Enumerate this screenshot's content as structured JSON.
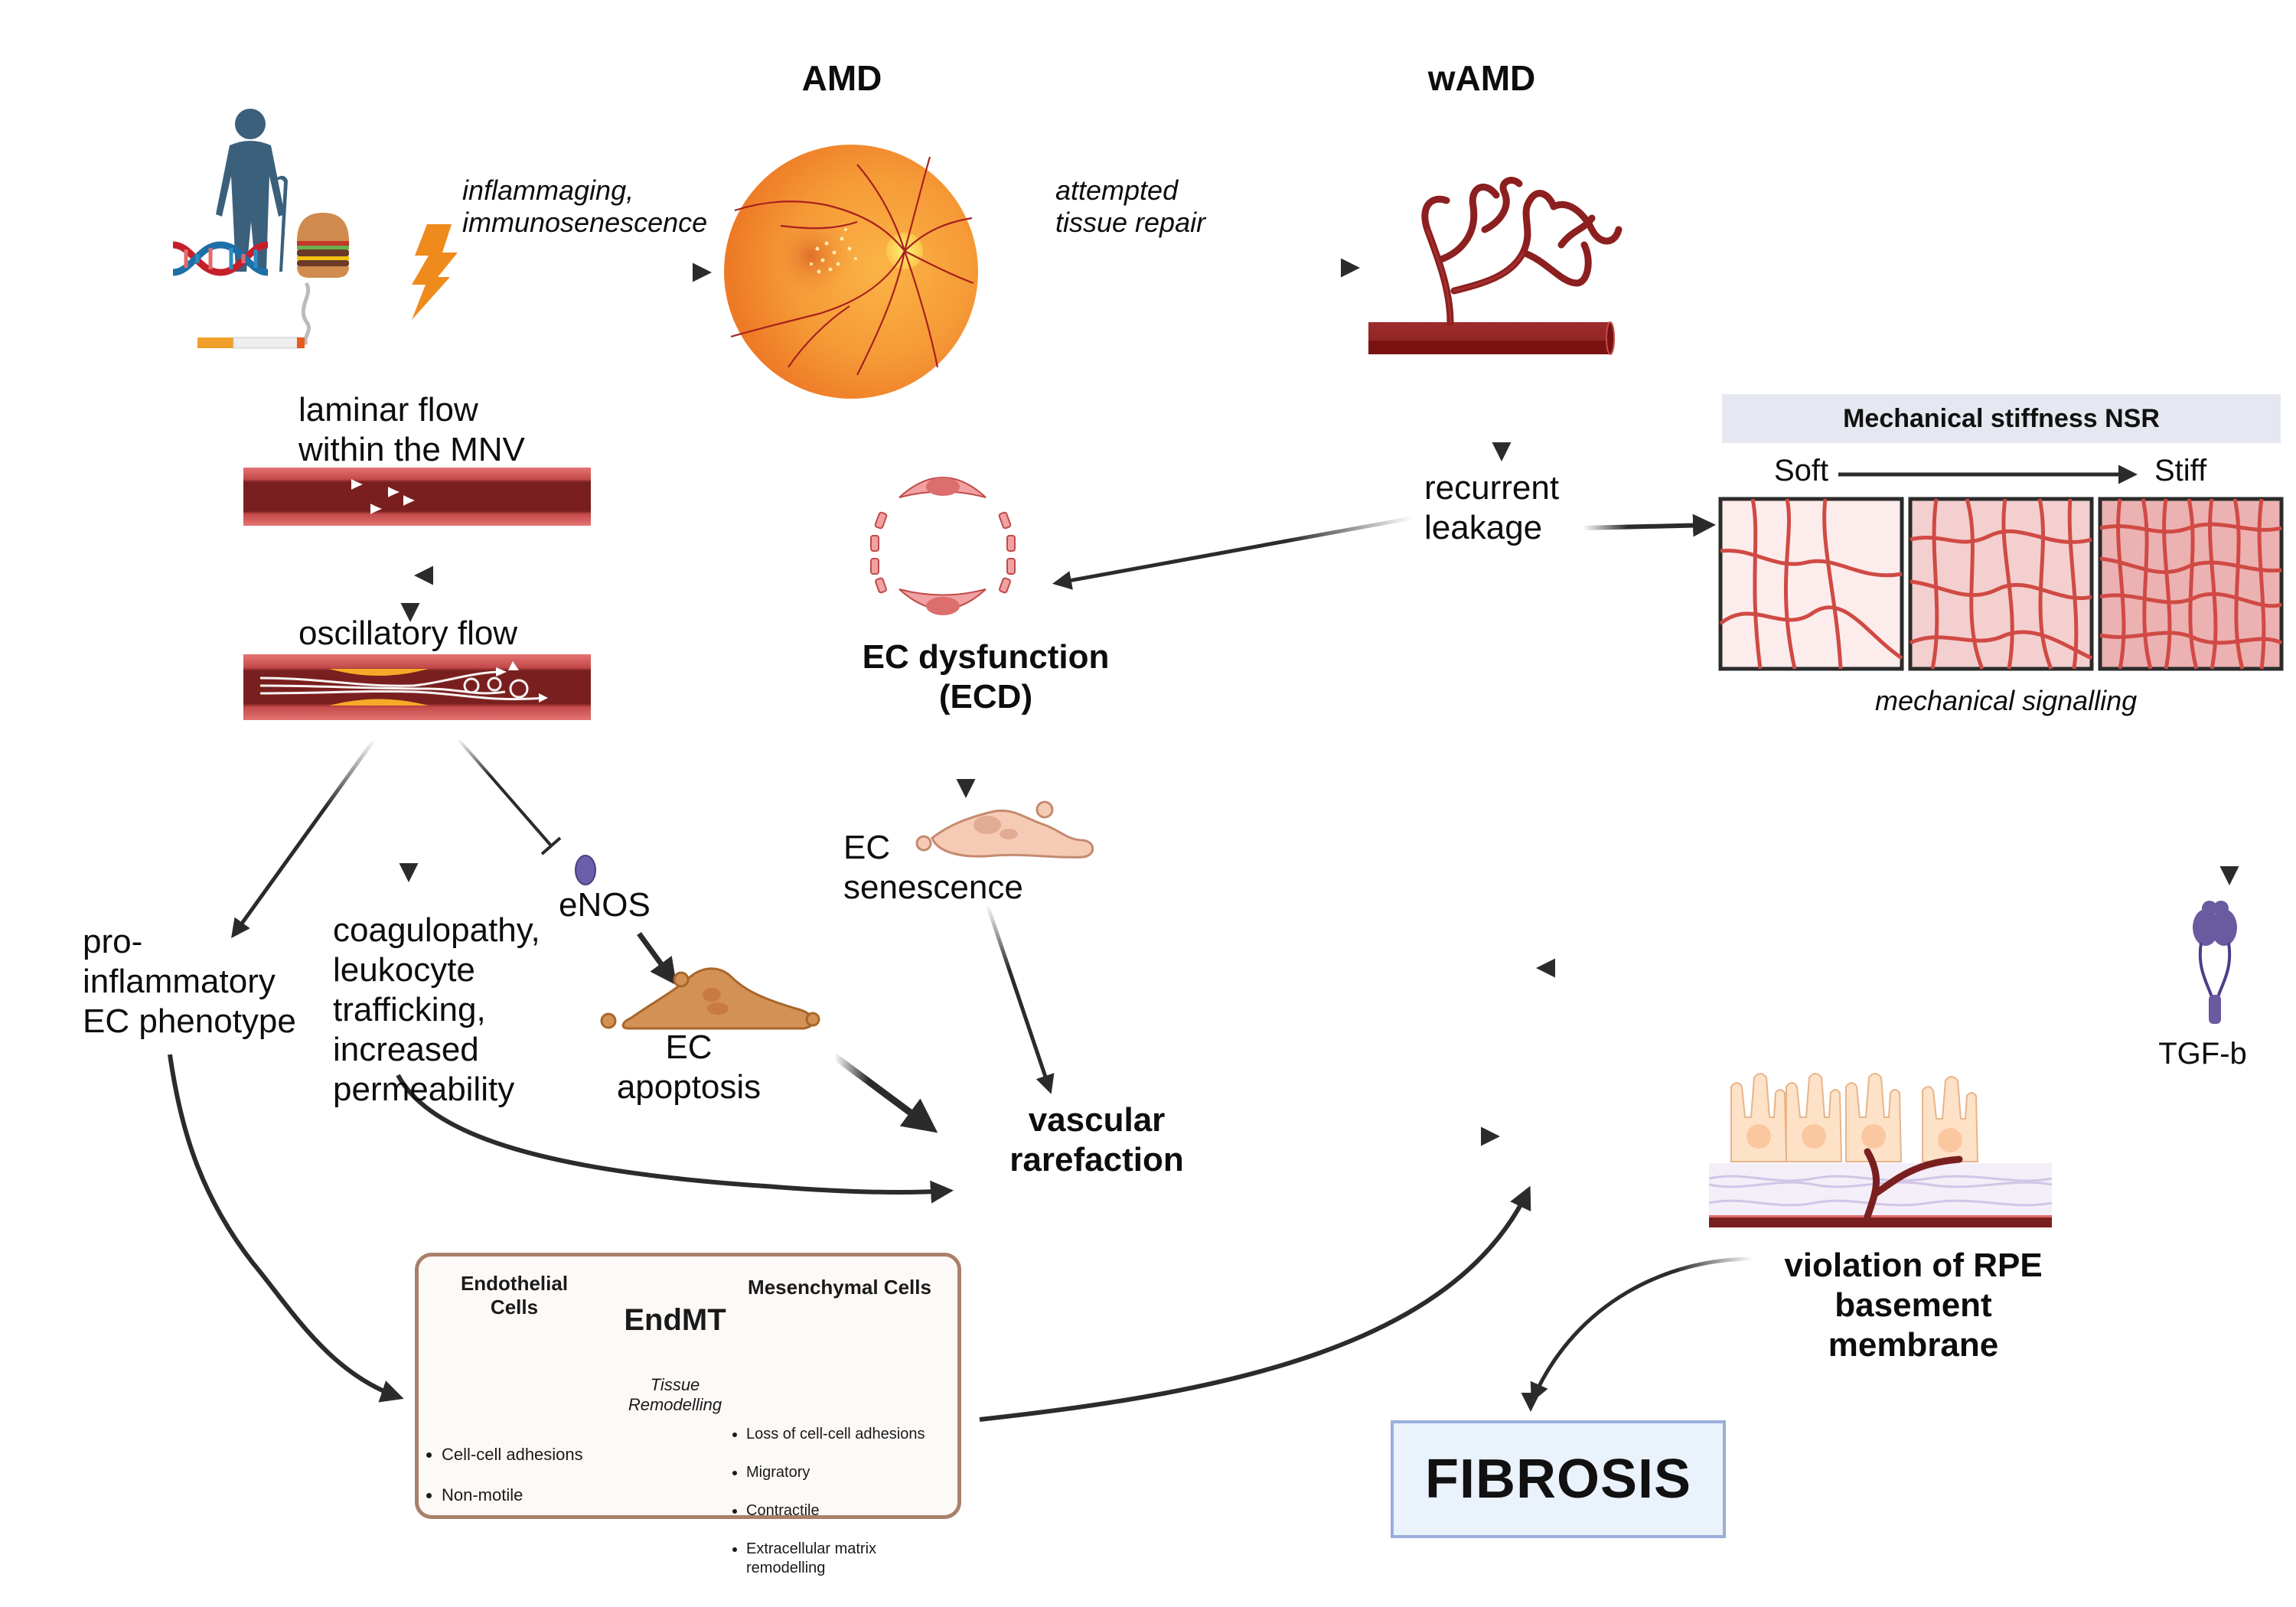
{
  "headers": {
    "amd": "AMD",
    "wamd": "wAMD"
  },
  "risk_factors": {
    "icons": [
      "elderly-person-icon",
      "dna-icon",
      "burger-icon",
      "cigarette-icon",
      "lightning-icon"
    ]
  },
  "labels": {
    "inflammaging": "inflammaging,\nimmunosenescence",
    "attempted_repair": "attempted\ntissue repair",
    "recurrent_leakage": "recurrent\nleakage",
    "laminar_flow": "laminar flow\nwithin the MNV",
    "oscillatory_flow": "oscillatory flow",
    "ec_dysfunction": "EC dysfunction\n(ECD)",
    "ec_senescence": "EC\nsenescence",
    "pro_inflammatory": "pro-\ninflammatory\nEC phenotype",
    "coagulopathy": "coagulopathy,\nleukocyte\ntrafficking,\nincreased\npermeability",
    "enos": "eNOS",
    "ec_apoptosis": "EC\napoptosis",
    "vascular_rarefaction": "vascular\nrarefaction",
    "tgf_b": "TGF-b",
    "rpe_violation": "violation of RPE\nbasement\nmembrane",
    "fibrosis": "FIBROSIS"
  },
  "mechanical_stiffness": {
    "title": "Mechanical stiffness NSR",
    "soft_label": "Soft",
    "stiff_label": "Stiff",
    "caption": "mechanical signalling",
    "panel_colors": [
      "#fcecec",
      "#f4cfcf",
      "#ecb1b1"
    ],
    "fiber_color": "#d04a44"
  },
  "endmt": {
    "left_title": "Endothelial\nCells",
    "center_title": "EndMT",
    "center_caption": "Tissue\nRemodelling",
    "right_title": "Mesenchymal Cells",
    "left_list": [
      "Cell-cell adhesions",
      "Non-motile"
    ],
    "right_list": [
      "Loss of cell-cell adhesions",
      "Migratory",
      "Contractile",
      "Extracellular matrix\nremodelling"
    ]
  },
  "colors": {
    "arrow": "#2b2b2b",
    "vessel_dark": "#7a1f1f",
    "vessel_wall": "#e06a6a",
    "eye_orange": "#f28a2e",
    "tgf_purple": "#6a5aa0",
    "endmt_border": "#a9806a",
    "fibrosis_border": "#9aaedc"
  }
}
